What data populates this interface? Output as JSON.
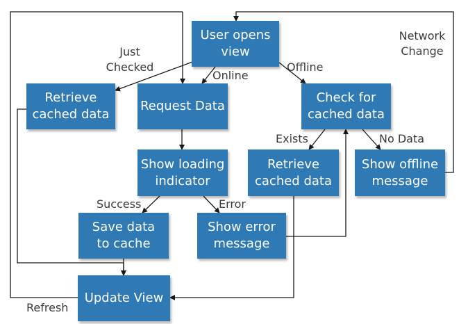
{
  "colors": {
    "box_fill": "#2f79b5",
    "box_text": "#ffffff",
    "line": "#1a1a1a",
    "label_text": "#3a3a3a"
  },
  "nodes": {
    "user_opens_view": "User opens\nview",
    "retrieve_cached_left": "Retrieve\ncached data",
    "request_data": "Request Data",
    "check_cached": "Check for\ncached data",
    "show_loading": "Show loading\nindicator",
    "retrieve_cached_right": "Retrieve\ncached data",
    "show_offline": "Show offline\nmessage",
    "save_data": "Save data\nto cache",
    "show_error": "Show error\nmessage",
    "update_view": "Update View"
  },
  "edge_labels": {
    "just_checked": "Just\nChecked",
    "online": "Online",
    "offline": "Offline",
    "network_change": "Network\nChange",
    "exists": "Exists",
    "no_data": "No Data",
    "success": "Success",
    "error": "Error",
    "refresh": "Refresh"
  }
}
